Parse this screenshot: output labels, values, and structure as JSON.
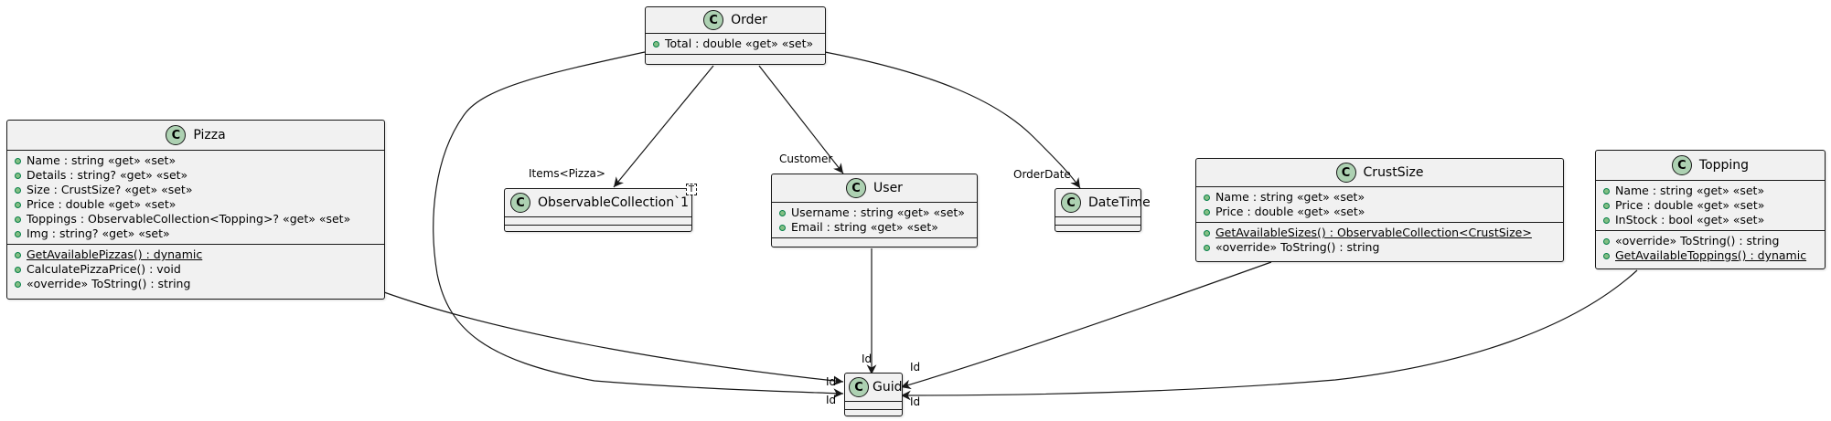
{
  "diagram": {
    "type": "uml-class-diagram",
    "classes": [
      {
        "id": "order",
        "stereotype_letter": "C",
        "name": "Order",
        "fields": [
          "Total : double «get» «set»"
        ],
        "methods": []
      },
      {
        "id": "pizza",
        "stereotype_letter": "C",
        "name": "Pizza",
        "fields": [
          "Name : string «get» «set»",
          "Details : string? «get» «set»",
          "Size : CrustSize? «get» «set»",
          "Price : double «get» «set»",
          "Toppings : ObservableCollection<Topping>? «get» «set»",
          "Img : string? «get» «set»"
        ],
        "methods": [
          "GetAvailablePizzas() : dynamic",
          "CalculatePizzaPrice() : void",
          "«override» ToString() : string"
        ]
      },
      {
        "id": "observable",
        "stereotype_letter": "C",
        "name": "ObservableCollection`1",
        "type_param": "T",
        "fields": [],
        "methods": []
      },
      {
        "id": "user",
        "stereotype_letter": "C",
        "name": "User",
        "fields": [
          "Username : string «get» «set»",
          "Email : string «get» «set»"
        ],
        "methods": []
      },
      {
        "id": "datetime",
        "stereotype_letter": "C",
        "name": "DateTime",
        "fields": [],
        "methods": []
      },
      {
        "id": "crustsize",
        "stereotype_letter": "C",
        "name": "CrustSize",
        "fields": [
          "Name : string «get» «set»",
          "Price : double «get» «set»"
        ],
        "methods": [
          "GetAvailableSizes() : ObservableCollection<CrustSize>",
          "«override» ToString() : string"
        ]
      },
      {
        "id": "topping",
        "stereotype_letter": "C",
        "name": "Topping",
        "fields": [
          "Name : string «get» «set»",
          "Price : double «get» «set»",
          "InStock : bool «get» «set»"
        ],
        "methods": [
          "«override» ToString() : string",
          "GetAvailableToppings() : dynamic"
        ]
      },
      {
        "id": "guid",
        "stereotype_letter": "C",
        "name": "Guid",
        "fields": [],
        "methods": []
      }
    ],
    "associations": [
      {
        "from": "Order",
        "to": "ObservableCollection`1",
        "label": "Items<Pizza>"
      },
      {
        "from": "Order",
        "to": "User",
        "label": "Customer"
      },
      {
        "from": "Order",
        "to": "DateTime",
        "label": "OrderDate"
      },
      {
        "from": "Order",
        "to": "Guid",
        "label": "Id"
      },
      {
        "from": "Pizza",
        "to": "Guid",
        "label": "Id"
      },
      {
        "from": "User",
        "to": "Guid",
        "label": "Id"
      },
      {
        "from": "CrustSize",
        "to": "Guid",
        "label": "Id"
      },
      {
        "from": "Topping",
        "to": "Guid",
        "label": "Id"
      }
    ]
  }
}
